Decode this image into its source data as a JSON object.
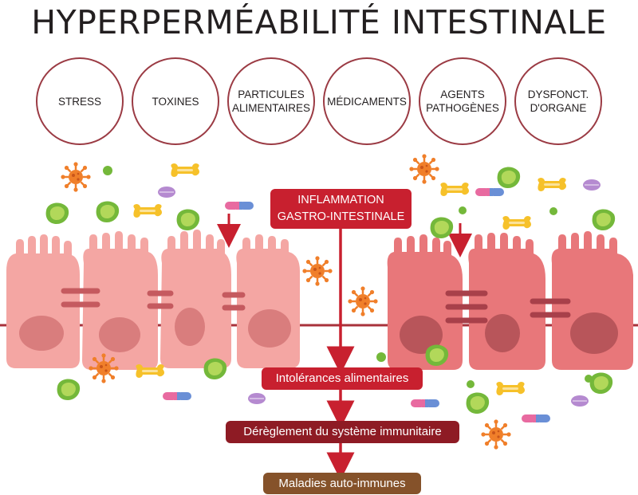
{
  "title": "HYPERPERMÉABILITÉ INTESTINALE",
  "causes": [
    "STRESS",
    "TOXINES",
    "PARTICULES\nALIMENTAIRES",
    "MÉDICAMENTS",
    "AGENTS\nPATHOGÈNES",
    "DYSFONCT.\nD'ORGANE"
  ],
  "flow": {
    "inflammation": "INFLAMMATION\nGASTRO-INTESTINALE",
    "intolerances": "Intolérances alimentaires",
    "dereglement": "Dérèglement du système immunitaire",
    "maladies": "Maladies auto-immunes"
  },
  "colors": {
    "circle_border": "#9b3b44",
    "flow_red": "#c8202f",
    "flow_dark": "#8e1b24",
    "flow_brown": "#85522a",
    "cell_light": "#f4a6a3",
    "cell_dark": "#e8777a",
    "nucleus": "#c9706f",
    "virus": "#f07f2a",
    "bacteria": "#74b83a",
    "particle": "#f6c12a"
  }
}
